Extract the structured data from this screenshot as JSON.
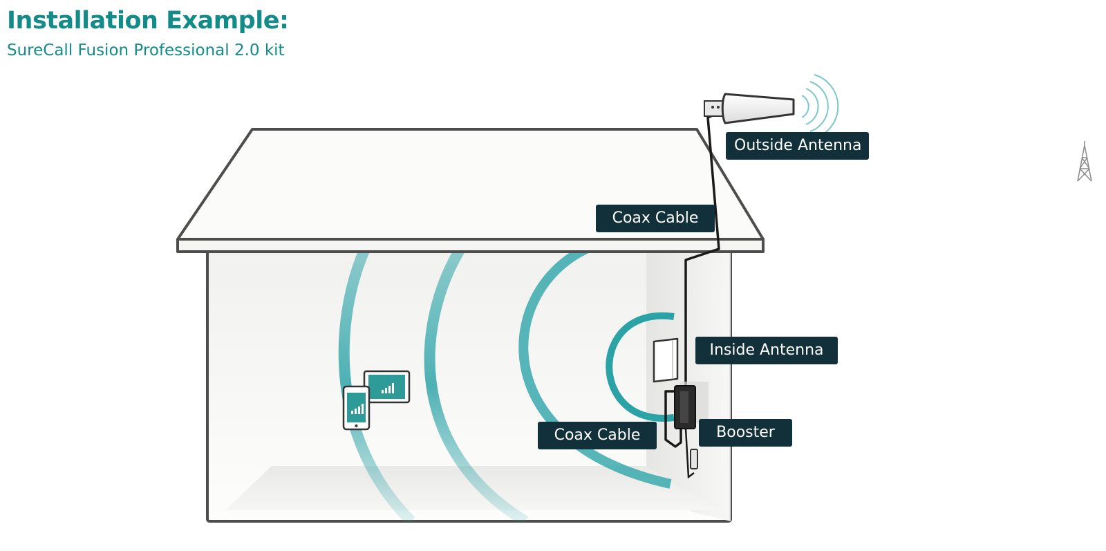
{
  "header": {
    "title": "Installation Example:",
    "subtitle": "SureCall Fusion Professional 2.0 kit"
  },
  "labels": {
    "outside_antenna": "Outside Antenna",
    "coax_cable_top": "Coax Cable",
    "inside_antenna": "Inside Antenna",
    "coax_cable_bottom": "Coax Cable",
    "booster": "Booster"
  },
  "colors": {
    "title": "#138c89",
    "label_bg": "#11303a",
    "signal_wave": "#3aa9ad",
    "house_outline": "#4d4d4d",
    "device_screen": "#2e9b98"
  },
  "icons": {
    "cell_tower": "cell-tower-icon",
    "outside_antenna": "yagi-antenna-icon",
    "inside_antenna": "panel-antenna-icon",
    "booster": "signal-booster-icon",
    "phone": "smartphone-icon",
    "tablet": "tablet-icon"
  }
}
